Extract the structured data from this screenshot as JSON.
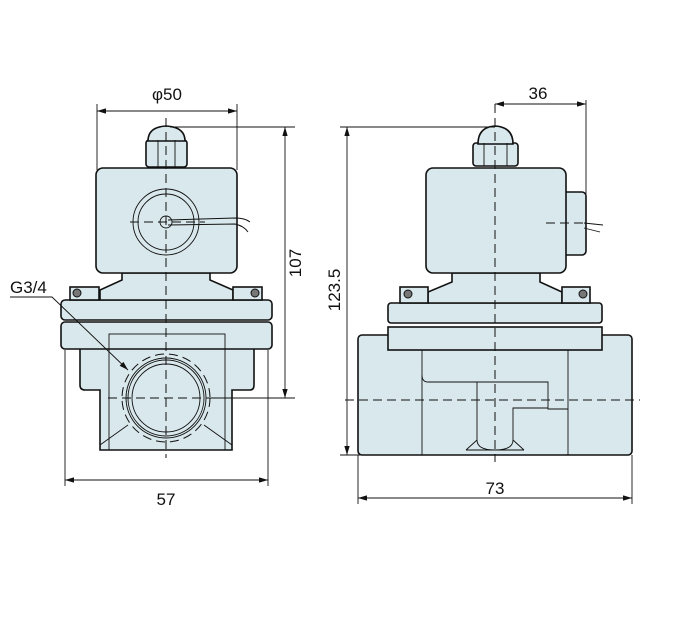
{
  "title": "Solenoid valve dimension drawing",
  "front_view": {
    "diameter_label": "φ50",
    "height_label": "107",
    "width_label": "57",
    "port_label": "G3/4"
  },
  "side_view": {
    "offset_label": "36",
    "height_label": "123.5",
    "width_label": "73"
  },
  "colors": {
    "body_fill": "#d9e8ec",
    "line": "#111111"
  }
}
